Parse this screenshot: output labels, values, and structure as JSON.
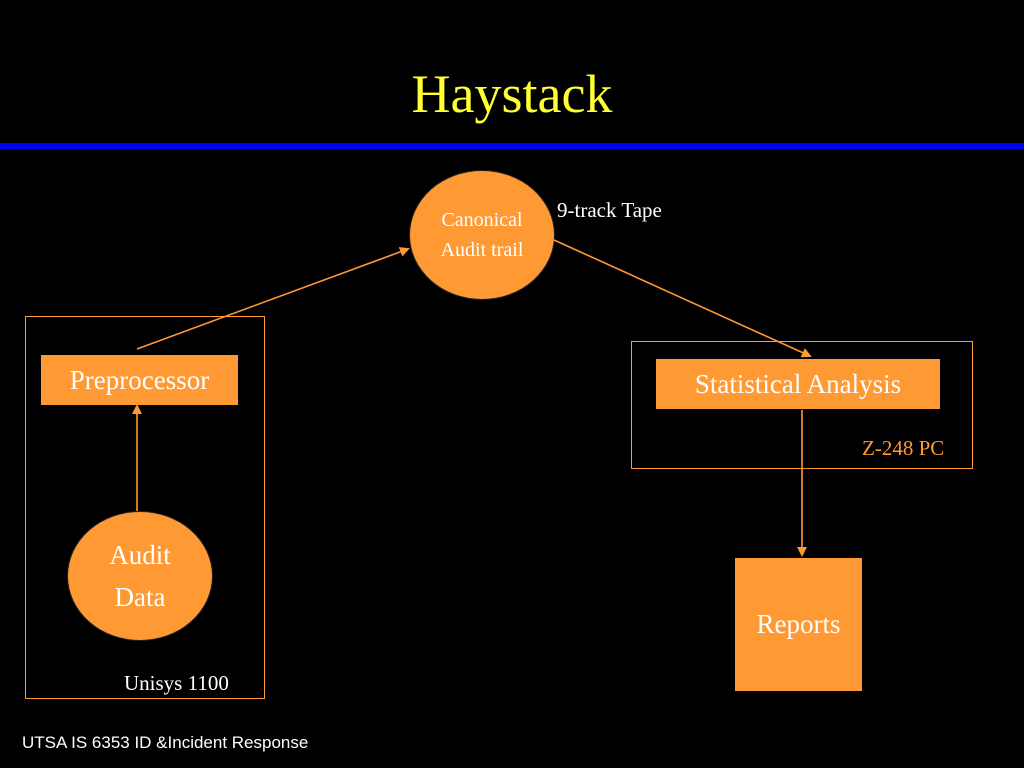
{
  "slide": {
    "title": "Haystack",
    "footer": "UTSA IS 6353 ID &Incident Response"
  },
  "colors": {
    "background": "#000000",
    "title": "#ffff33",
    "rule": "#0000ff",
    "node_fill": "#ff9933",
    "node_text": "#ffffff",
    "outline": "#ff9933",
    "arrow": "#ff9933"
  },
  "diagram": {
    "nodes": {
      "canonical_audit_trail": "Canonical\nAudit trail",
      "preprocessor": "Preprocessor",
      "audit_data": "Audit\nData",
      "statistical_analysis": "Statistical Analysis",
      "reports": "Reports"
    },
    "labels": {
      "tape": "9-track Tape",
      "unisys": "Unisys 1100",
      "pc": "Z-248 PC"
    }
  }
}
